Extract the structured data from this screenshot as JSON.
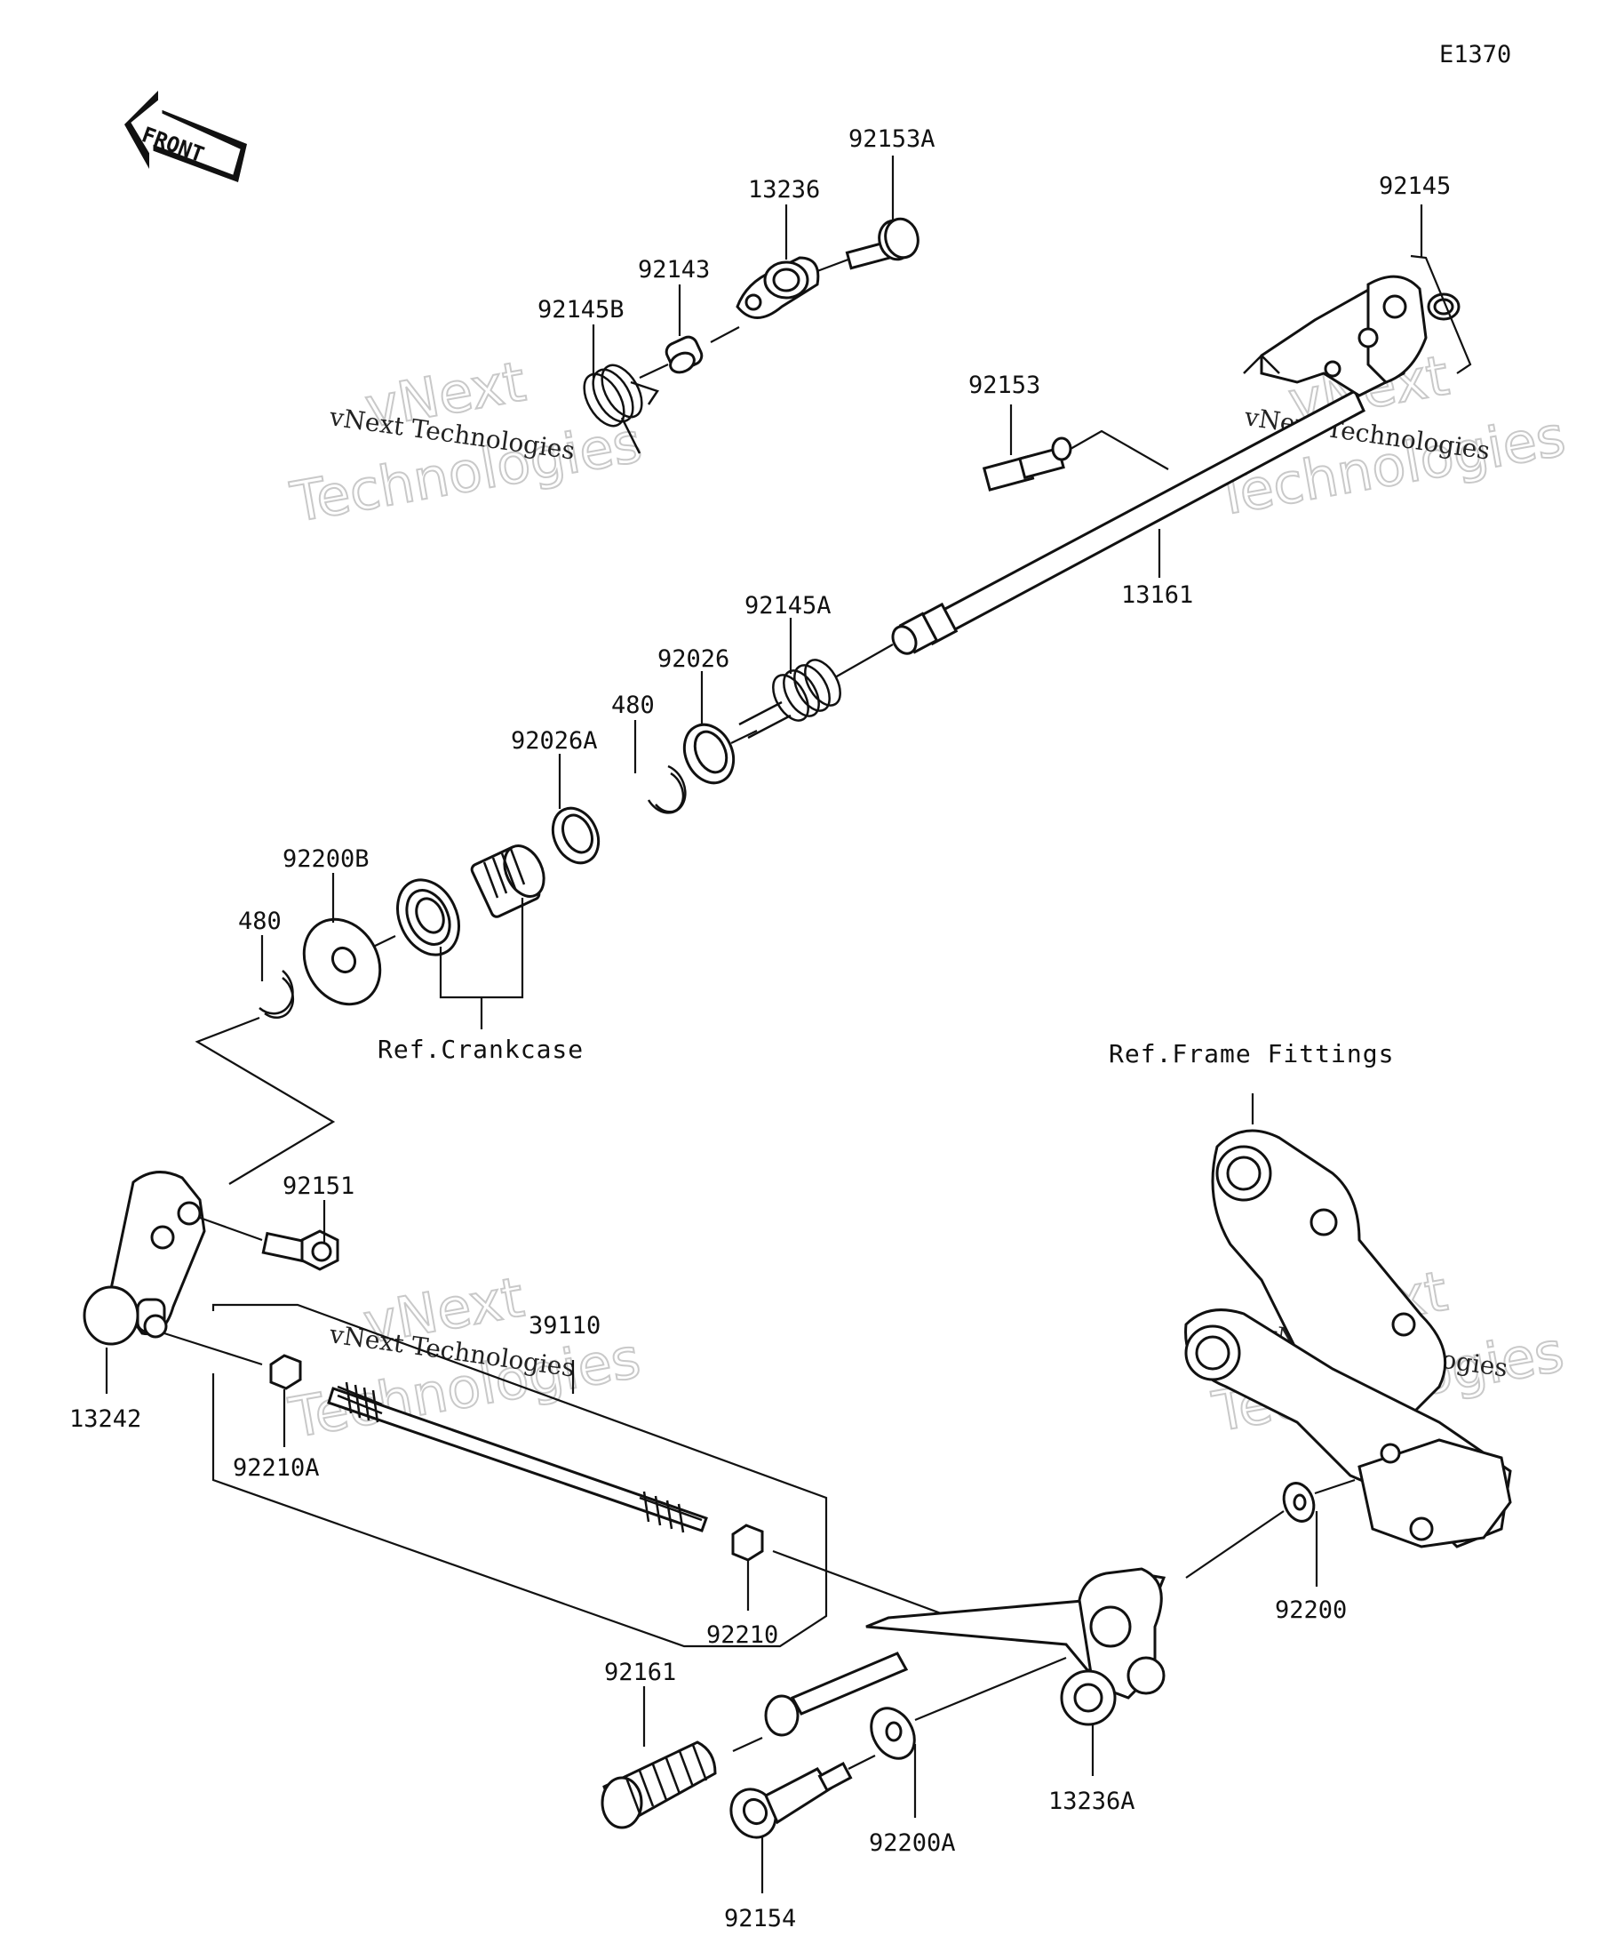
{
  "diagram_code": "E1370",
  "front_arrow_label": "FRONT",
  "watermark": {
    "brand": "vNext",
    "word": "Technologies",
    "full": "vNext Technologies"
  },
  "references": {
    "crankcase": "Ref.Crankcase",
    "frame_fittings": "Ref.Frame Fittings"
  },
  "parts": [
    {
      "id": "p92153A",
      "label": "92153A"
    },
    {
      "id": "p13236",
      "label": "13236"
    },
    {
      "id": "p92143",
      "label": "92143"
    },
    {
      "id": "p92145B",
      "label": "92145B"
    },
    {
      "id": "p92145",
      "label": "92145"
    },
    {
      "id": "p92153",
      "label": "92153"
    },
    {
      "id": "p13161",
      "label": "13161"
    },
    {
      "id": "p92145A",
      "label": "92145A"
    },
    {
      "id": "p92026",
      "label": "92026"
    },
    {
      "id": "p480a",
      "label": "480"
    },
    {
      "id": "p92026A",
      "label": "92026A"
    },
    {
      "id": "p92200B",
      "label": "92200B"
    },
    {
      "id": "p480b",
      "label": "480"
    },
    {
      "id": "p92151",
      "label": "92151"
    },
    {
      "id": "p39110",
      "label": "39110"
    },
    {
      "id": "p13242",
      "label": "13242"
    },
    {
      "id": "p92210A",
      "label": "92210A"
    },
    {
      "id": "p92210",
      "label": "92210"
    },
    {
      "id": "p92200",
      "label": "92200"
    },
    {
      "id": "p92161",
      "label": "92161"
    },
    {
      "id": "p13236A",
      "label": "13236A"
    },
    {
      "id": "p92200A",
      "label": "92200A"
    },
    {
      "id": "p92154",
      "label": "92154"
    }
  ]
}
